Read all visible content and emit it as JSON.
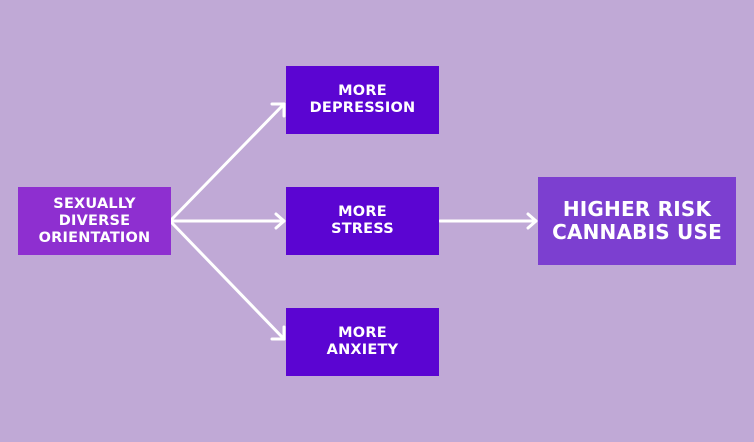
{
  "colors": {
    "background": "#c0a9d6",
    "source_fill": "#8e2fd0",
    "mediator_fill": "#5b05d2",
    "outcome_fill": "#7c3fd0",
    "arrow": "#ffffff",
    "text": "#ffffff"
  },
  "diagram": {
    "source": {
      "lines": [
        "SEXUALLY",
        "DIVERSE",
        "ORIENTATION"
      ]
    },
    "mediators": [
      {
        "lines": [
          "MORE",
          "DEPRESSION"
        ]
      },
      {
        "lines": [
          "MORE",
          "STRESS"
        ]
      },
      {
        "lines": [
          "MORE",
          "ANXIETY"
        ]
      }
    ],
    "outcome": {
      "lines": [
        "HIGHER RISK",
        "CANNABIS USE"
      ]
    }
  }
}
